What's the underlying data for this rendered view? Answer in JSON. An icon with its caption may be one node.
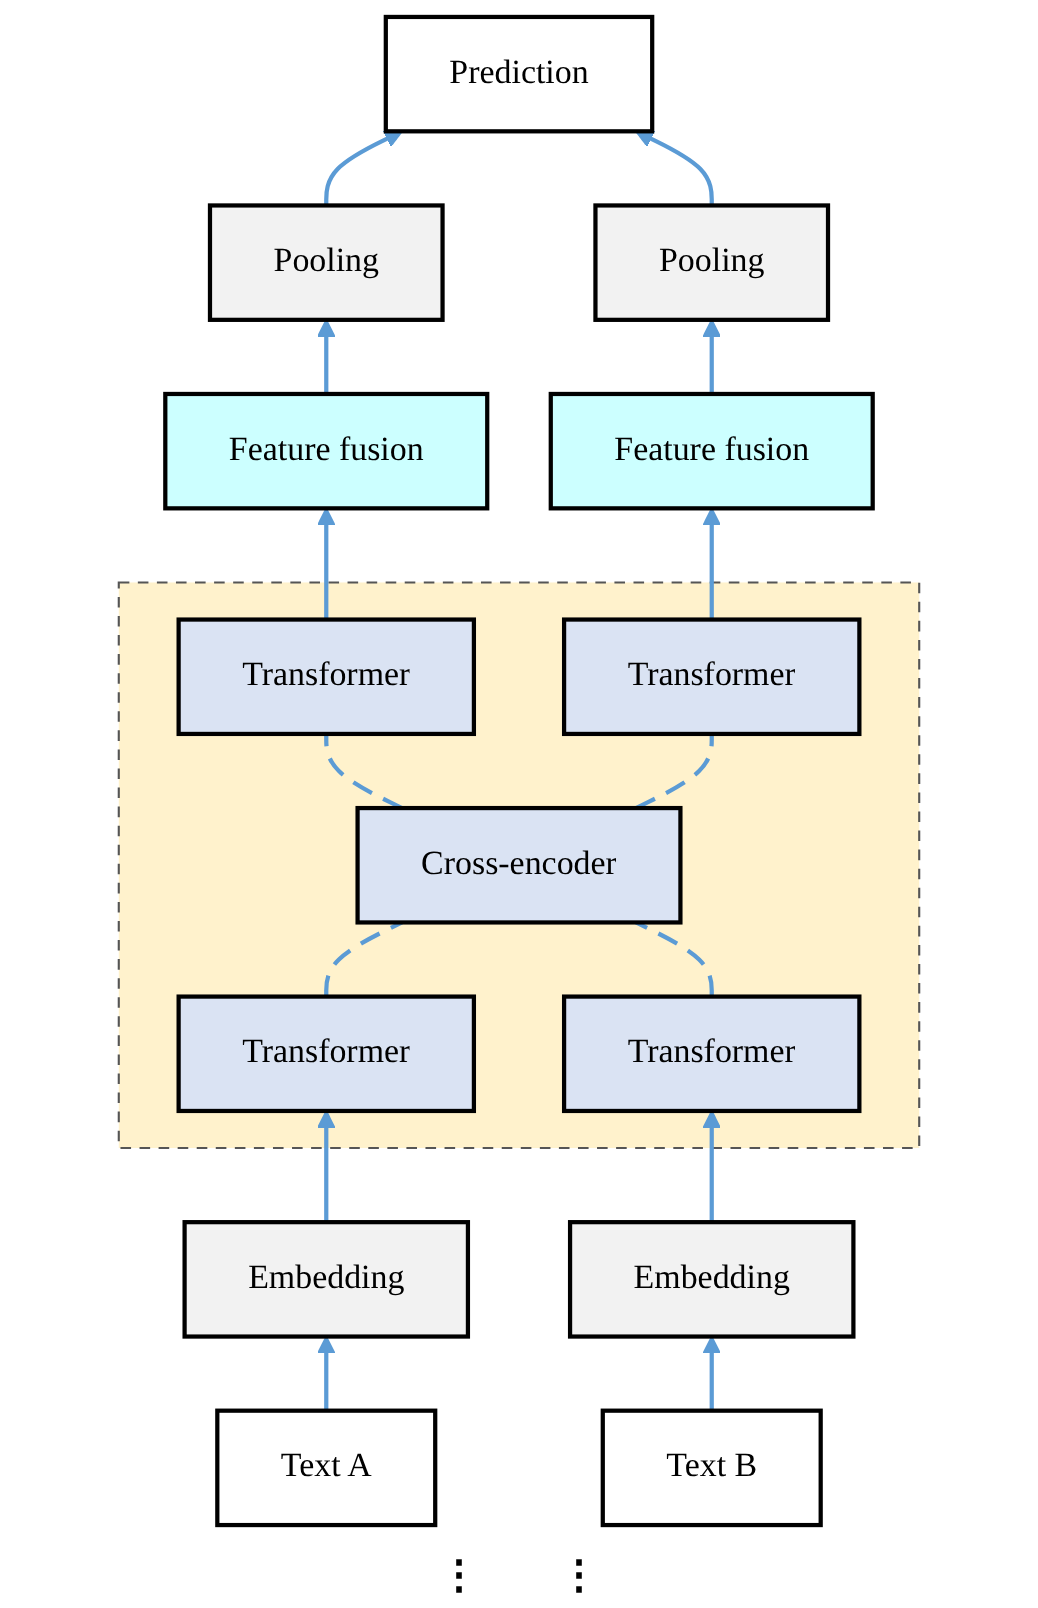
{
  "diagram": {
    "nodes": [
      {
        "text": [
          "Prediction"
        ]
      },
      {
        "text": [
          "Pooling"
        ]
      },
      {
        "text": [
          "Pooling"
        ]
      },
      {
        "text": [
          "Feature fusion"
        ]
      },
      {
        "text": [
          "Feature fusion"
        ]
      },
      {
        "text": [],
        "shape": "box"
      },
      {
        "text": [
          "Transformer"
        ],
        "in": 5
      },
      {
        "text": [
          "Transformer"
        ],
        "in": 5
      },
      {
        "text": [
          "Cross-encoder"
        ],
        "in": 5
      },
      {
        "text": [
          "Transformer"
        ],
        "in": 5
      },
      {
        "text": [
          "Transformer"
        ],
        "in": 5
      },
      {
        "text": [
          "Embedding"
        ]
      },
      {
        "text": [
          "Embedding"
        ]
      },
      {
        "text": [
          "Text A"
        ]
      },
      {
        "text": [
          "Text B"
        ]
      }
    ],
    "edges": [
      {
        "from": 13,
        "to": 11,
        "arrow": "to"
      },
      {
        "from": 14,
        "to": 12,
        "arrow": "to"
      },
      {
        "from": 11,
        "to": 9,
        "arrow": "to"
      },
      {
        "from": 12,
        "to": 10,
        "arrow": "to"
      },
      {
        "from": 9,
        "to": 8,
        "arrow": "none",
        "style": "dashed"
      },
      {
        "from": 10,
        "to": 8,
        "arrow": "none",
        "style": "dashed"
      },
      {
        "from": 8,
        "to": 6,
        "arrow": "none",
        "style": "dashed"
      },
      {
        "from": 8,
        "to": 7,
        "arrow": "none",
        "style": "dashed"
      },
      {
        "from": 6,
        "to": 3,
        "arrow": "to"
      },
      {
        "from": 7,
        "to": 4,
        "arrow": "to"
      },
      {
        "from": 3,
        "to": 1,
        "arrow": "to"
      },
      {
        "from": 4,
        "to": 2,
        "arrow": "to"
      },
      {
        "from": 1,
        "to": 0,
        "arrow": "to"
      },
      {
        "from": 2,
        "to": 0,
        "arrow": "to"
      }
    ],
    "labels": [
      "⋮",
      "⋮"
    ]
  }
}
